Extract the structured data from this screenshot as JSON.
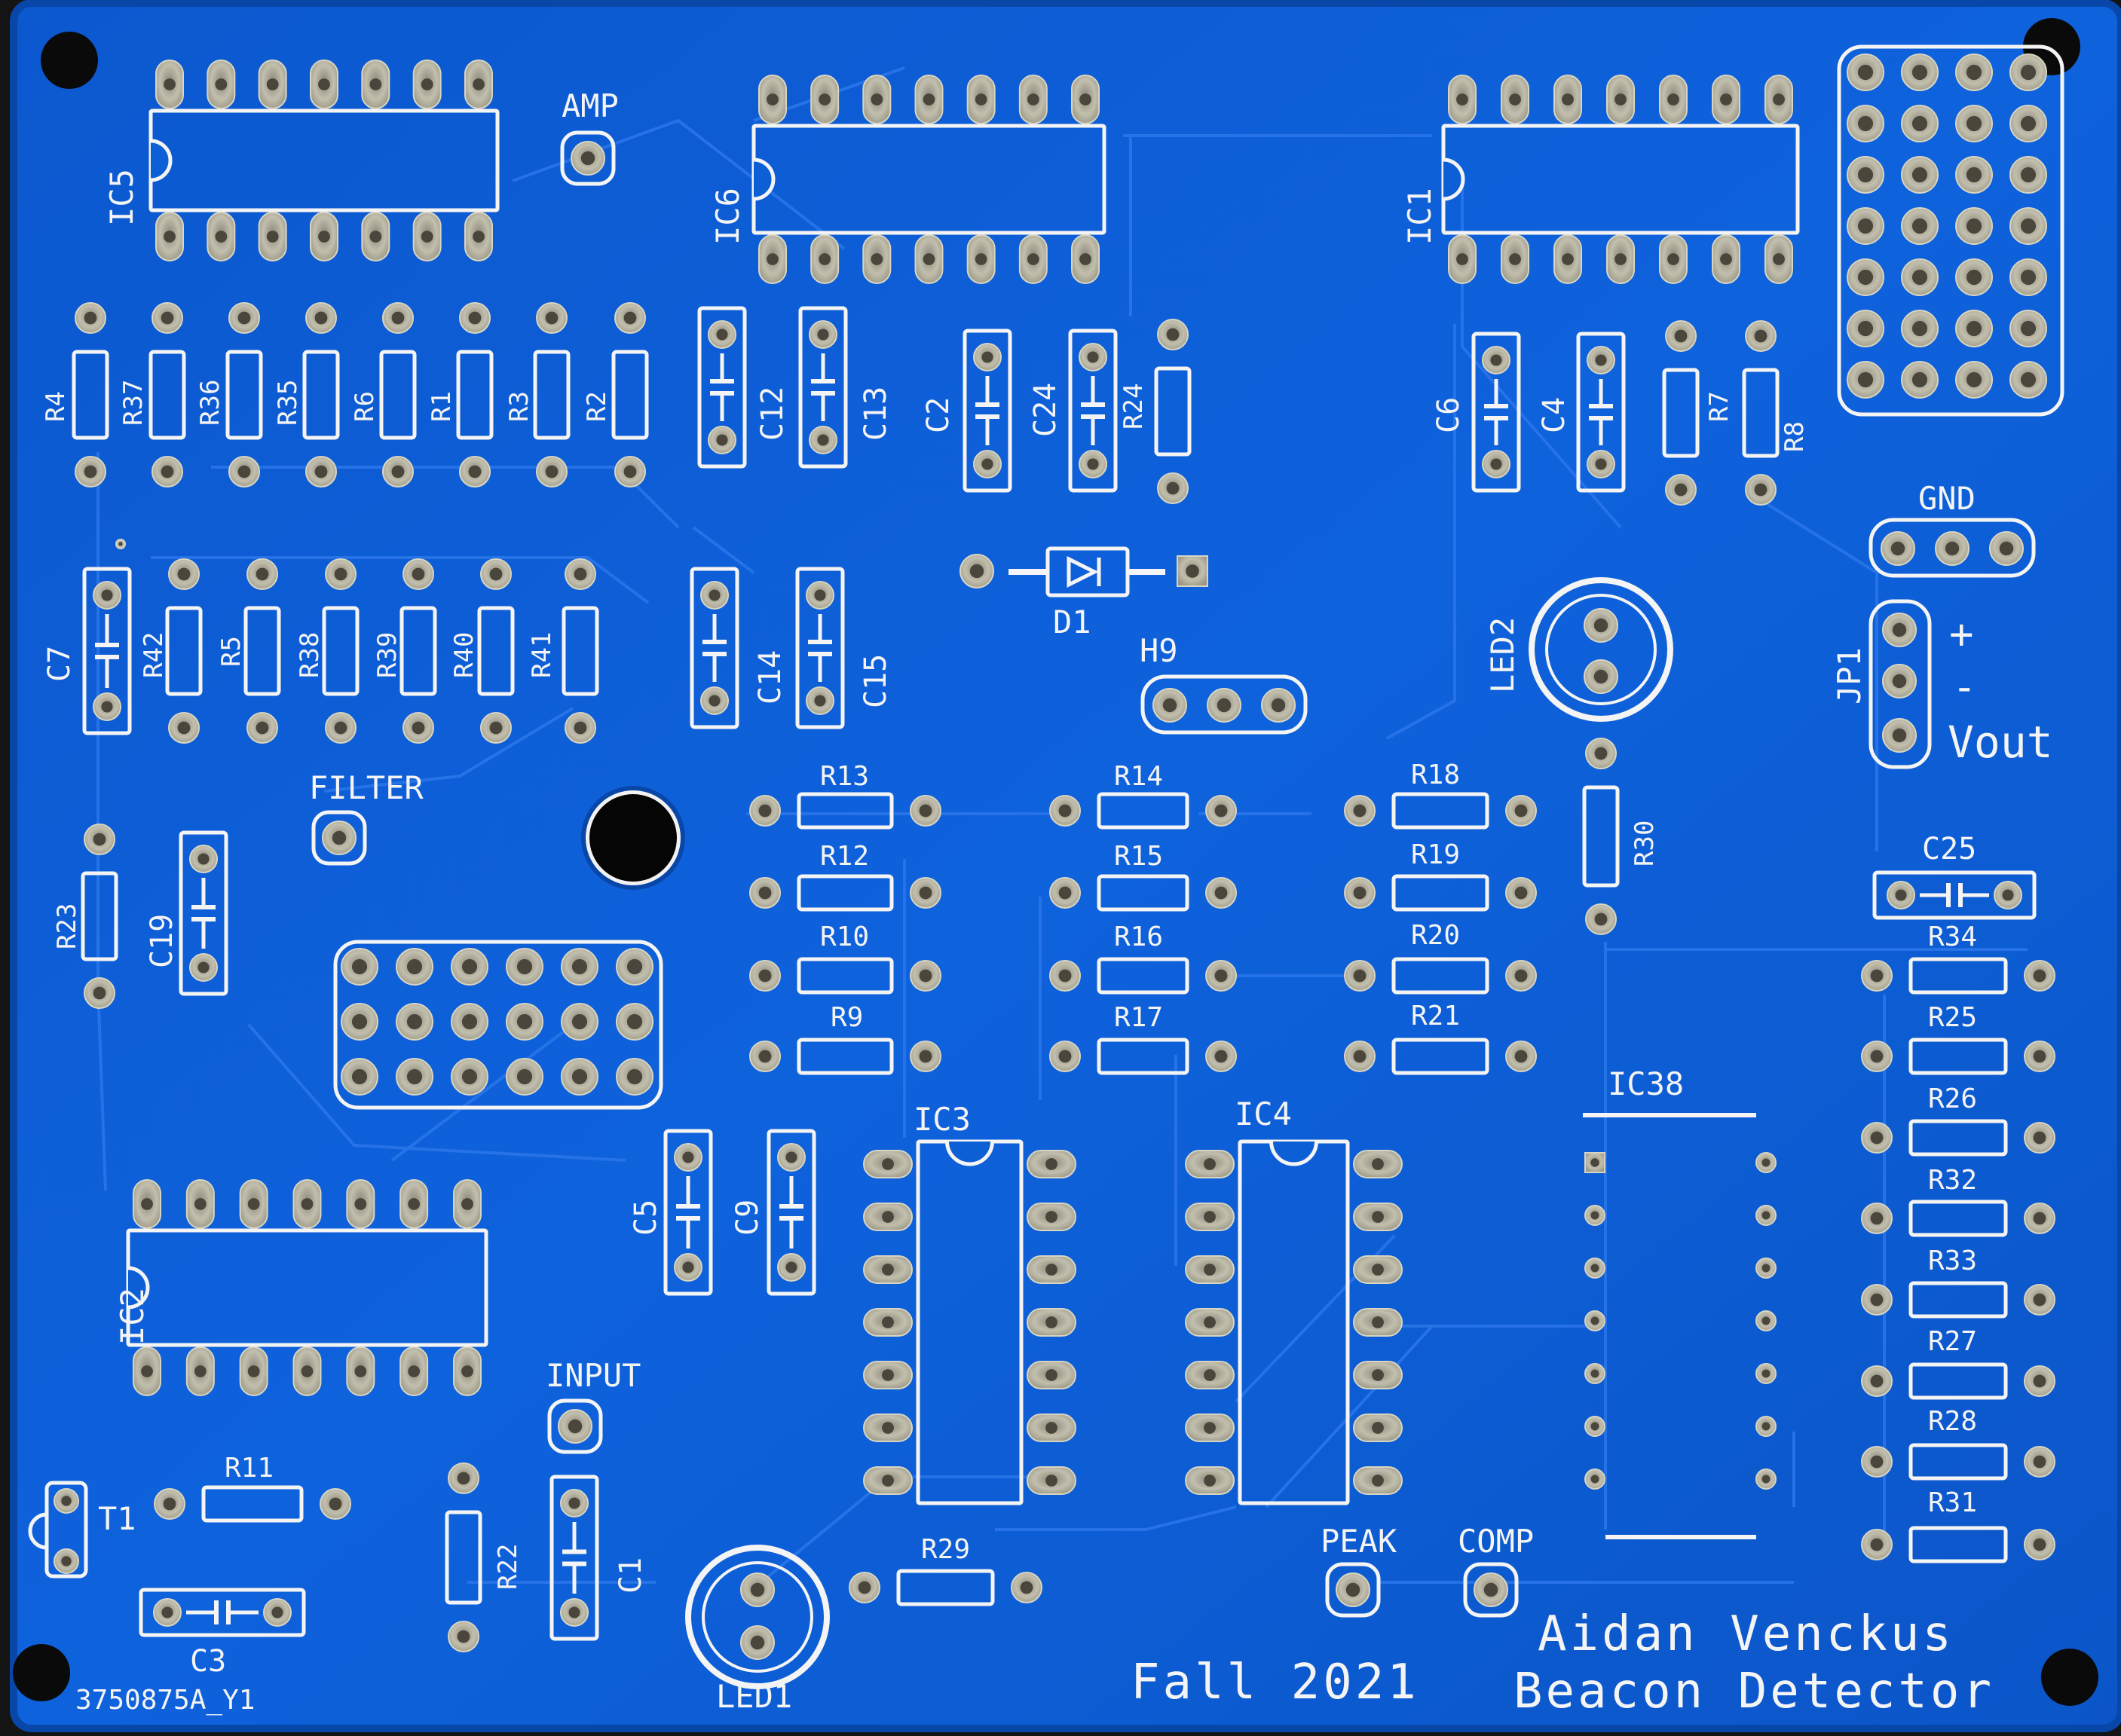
{
  "board": {
    "title": "Aidan Venckus",
    "subtitle": "Beacon Detector",
    "date": "Fall 2021",
    "part_number": "3750875A_Y1",
    "colors": {
      "board": "#0d5fd6",
      "board_edge": "#0a4fbc",
      "copper_trace": "#2a74e8",
      "silkscreen": "#f4f4f4",
      "pad": "#b8b3a2",
      "background": "#141414"
    }
  },
  "test_points": {
    "amp": "AMP",
    "filter": "FILTER",
    "input": "INPUT",
    "peak": "PEAK",
    "comp": "COMP"
  },
  "connectors": {
    "gnd": "GND",
    "jp1": "JP1",
    "plus": "+",
    "minus": "-",
    "vout": "Vout",
    "h9": "H9",
    "t1": "T1"
  },
  "ics": {
    "ic1": "IC1",
    "ic2": "IC2",
    "ic3": "IC3",
    "ic4": "IC4",
    "ic5": "IC5",
    "ic6": "IC6",
    "ic38": "IC38"
  },
  "diodes": {
    "d1": "D1",
    "led1": "LED1",
    "led2": "LED2"
  },
  "capacitors": {
    "c1": "C1",
    "c2": "C2",
    "c3": "C3",
    "c4": "C4",
    "c5": "C5",
    "c6": "C6",
    "c7": "C7",
    "c9": "C9",
    "c12": "C12",
    "c13": "C13",
    "c14": "C14",
    "c15": "C15",
    "c19": "C19",
    "c24": "C24",
    "c25": "C25"
  },
  "resistors": {
    "r1": "R1",
    "r2": "R2",
    "r3": "R3",
    "r4": "R4",
    "r5": "R5",
    "r6": "R6",
    "r7": "R7",
    "r8": "R8",
    "r9": "R9",
    "r10": "R10",
    "r11": "R11",
    "r12": "R12",
    "r13": "R13",
    "r14": "R14",
    "r15": "R15",
    "r16": "R16",
    "r17": "R17",
    "r18": "R18",
    "r19": "R19",
    "r20": "R20",
    "r21": "R21",
    "r22": "R22",
    "r23": "R23",
    "r24": "R24",
    "r25": "R25",
    "r26": "R26",
    "r27": "R27",
    "r28": "R28",
    "r29": "R29",
    "r30": "R30",
    "r31": "R31",
    "r32": "R32",
    "r33": "R33",
    "r34": "R34",
    "r35": "R35",
    "r36": "R36",
    "r37": "R37",
    "r38": "R38",
    "r39": "R39",
    "r40": "R40",
    "r41": "R41",
    "r42": "R42"
  }
}
